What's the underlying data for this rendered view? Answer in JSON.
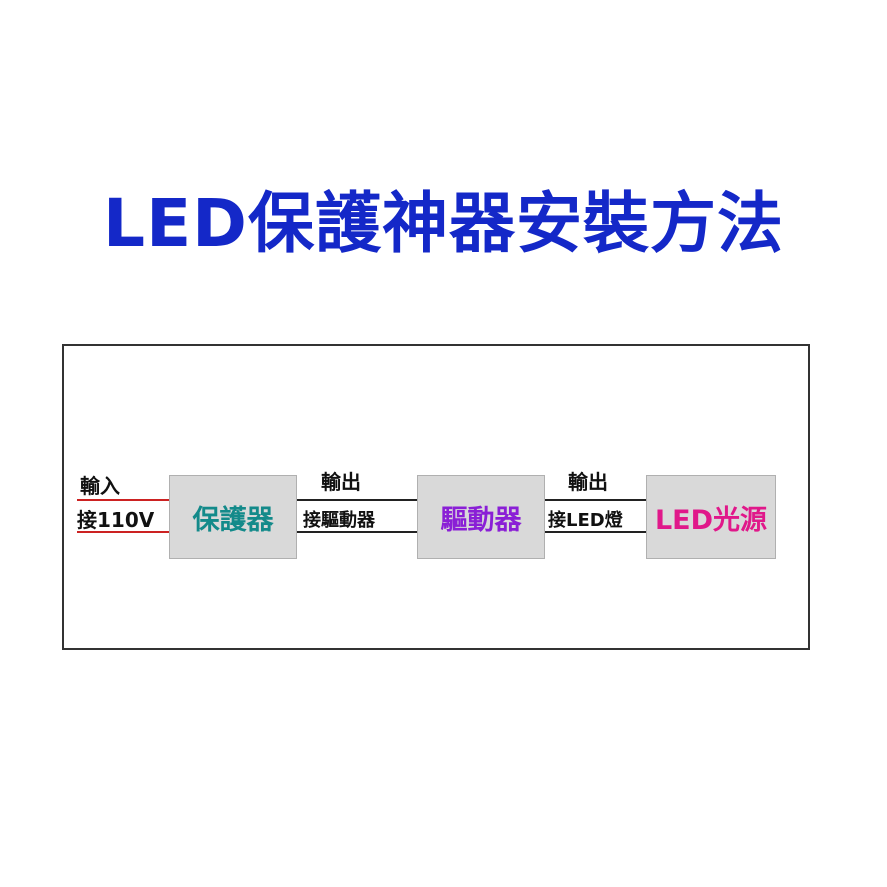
{
  "title": "LED保護神器安裝方法",
  "colors": {
    "title": "#1428c8",
    "protector": "#138a8a",
    "driver": "#8a1fd6",
    "led_source": "#e0188a",
    "input_wire": "#cc2222",
    "output_wire": "#222222"
  },
  "input": {
    "top_label": "輸入",
    "bottom_label": "接110V"
  },
  "boxes": {
    "protector": "保護器",
    "driver": "驅動器",
    "led_source": "LED光源"
  },
  "link1": {
    "top_label": "輸出",
    "bottom_label": "接驅動器"
  },
  "link2": {
    "top_label": "輸出",
    "bottom_label": "接LED燈"
  }
}
